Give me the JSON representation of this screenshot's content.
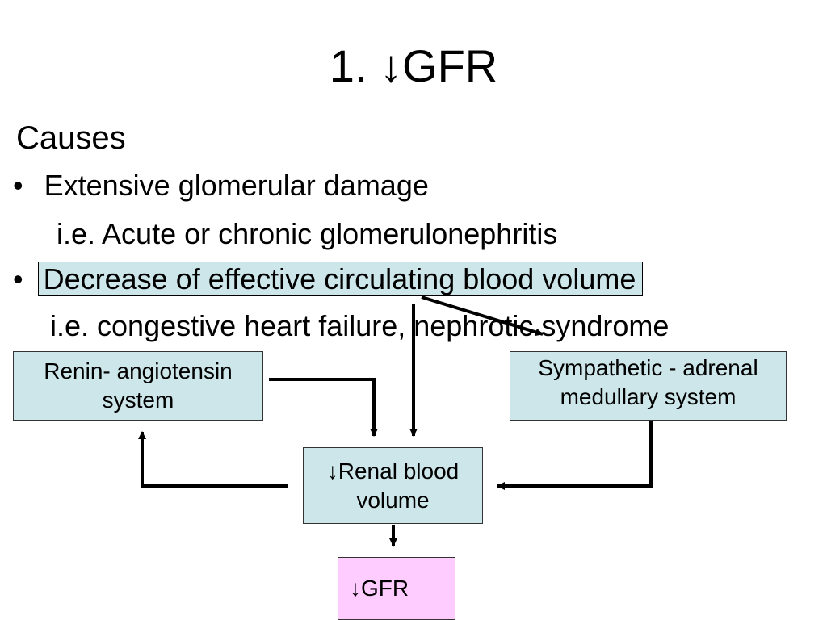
{
  "title": "1. ↓GFR",
  "causes_heading": "Causes",
  "bullet_symbol": "•",
  "cause1": {
    "text": "Extensive glomerular damage",
    "example": "i.e. Acute or chronic glomerulonephritis"
  },
  "cause2": {
    "text": "Decrease of effective circulating blood volume",
    "example": "i.e. congestive heart failure, nephrotic syndrome"
  },
  "boxes": {
    "renin": {
      "line1": "Renin- angiotensin",
      "line2": "system"
    },
    "sympathetic": {
      "line1": "Sympathetic - adrenal",
      "line2": "medullary system"
    },
    "renal": {
      "line1": "↓Renal blood",
      "line2": "volume"
    },
    "gfr": {
      "label": "↓GFR"
    }
  },
  "colors": {
    "box_teal": "#cce6ea",
    "box_pink": "#ffccff"
  }
}
